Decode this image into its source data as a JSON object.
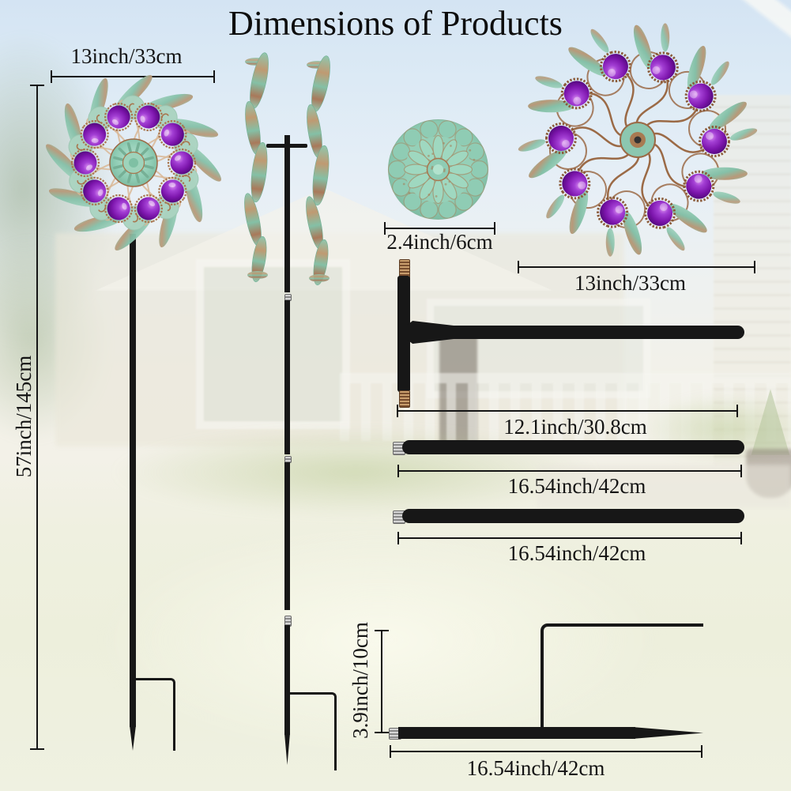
{
  "title": "Dimensions of Products",
  "labels": {
    "spinner_width": "13inch/33cm",
    "total_height": "57inch/145cm",
    "medallion_diameter": "2.4inch/6cm",
    "pinwheel_width": "13inch/33cm",
    "t_pole_length": "12.1inch/30.8cm",
    "upper_pole_length": "16.54inch/42cm",
    "lower_pole_length": "16.54inch/42cm",
    "stake_fork_height": "3.9inch/10cm",
    "stake_length": "16.54inch/42cm"
  },
  "colors": {
    "teal_patina": "#8cc7b0",
    "teal_light": "#abd4c1",
    "copper": "#a8764e",
    "copper_dark": "#8a5a38",
    "gem_purple": "#8a2bb8",
    "pole_black": "#171717",
    "dimension_line": "#151515"
  }
}
